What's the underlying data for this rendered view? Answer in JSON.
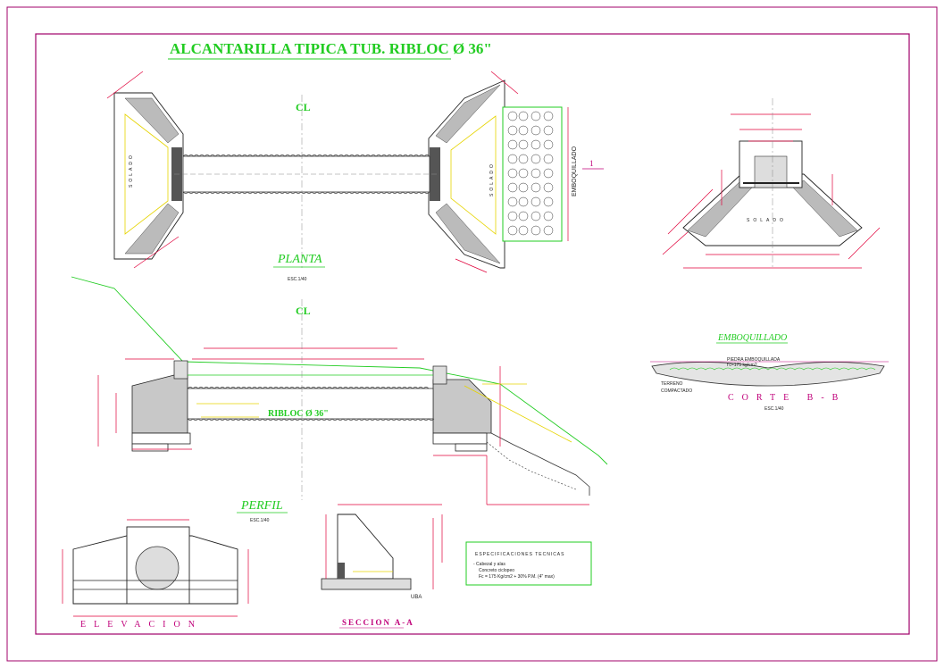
{
  "title": "ALCANTARILLA TIPICA TUB. RIBLOC Ø 36\"",
  "centerline_symbol": "CL",
  "views": {
    "planta": {
      "label": "PLANTA",
      "scale": "ESC.1/40"
    },
    "perfil": {
      "label": "PERFIL",
      "scale": "ESC.1/40"
    },
    "elevacion": {
      "label": "ELEVACION"
    },
    "seccion_aa": {
      "label": "SECCION A-A"
    },
    "emboquillado": {
      "label": "EMBOQUILLADO",
      "vertical_label": "EMBOQUILLADO"
    },
    "corte_bb": {
      "label": "CORTE B-B",
      "scale": "ESC.1/40"
    }
  },
  "labels": {
    "solado": "SOLADO",
    "ribloc": "RIBLOC Ø 36\"",
    "piedra_emboquillada": "PIEDRA EMBOQUILLADA",
    "piedra_fc": "f'c=175 kg/cm2",
    "terreno": "TERRENO",
    "compactado": "COMPACTADO",
    "uba": "UBA",
    "section_marker": "1"
  },
  "specs": {
    "heading": "ESPECIFICACIONES TECNICAS",
    "line1": "- Cabezal y alas",
    "line2": "Concreto ciclopeo",
    "line3": "Fc = 175 Kg/cm2 + 30% P.M. (4\" max)"
  },
  "colors": {
    "title_green": "#22cc22",
    "dimension_red": "#e0003a",
    "annotation_yellow": "#e6d400",
    "border_magenta": "#a0006a"
  }
}
